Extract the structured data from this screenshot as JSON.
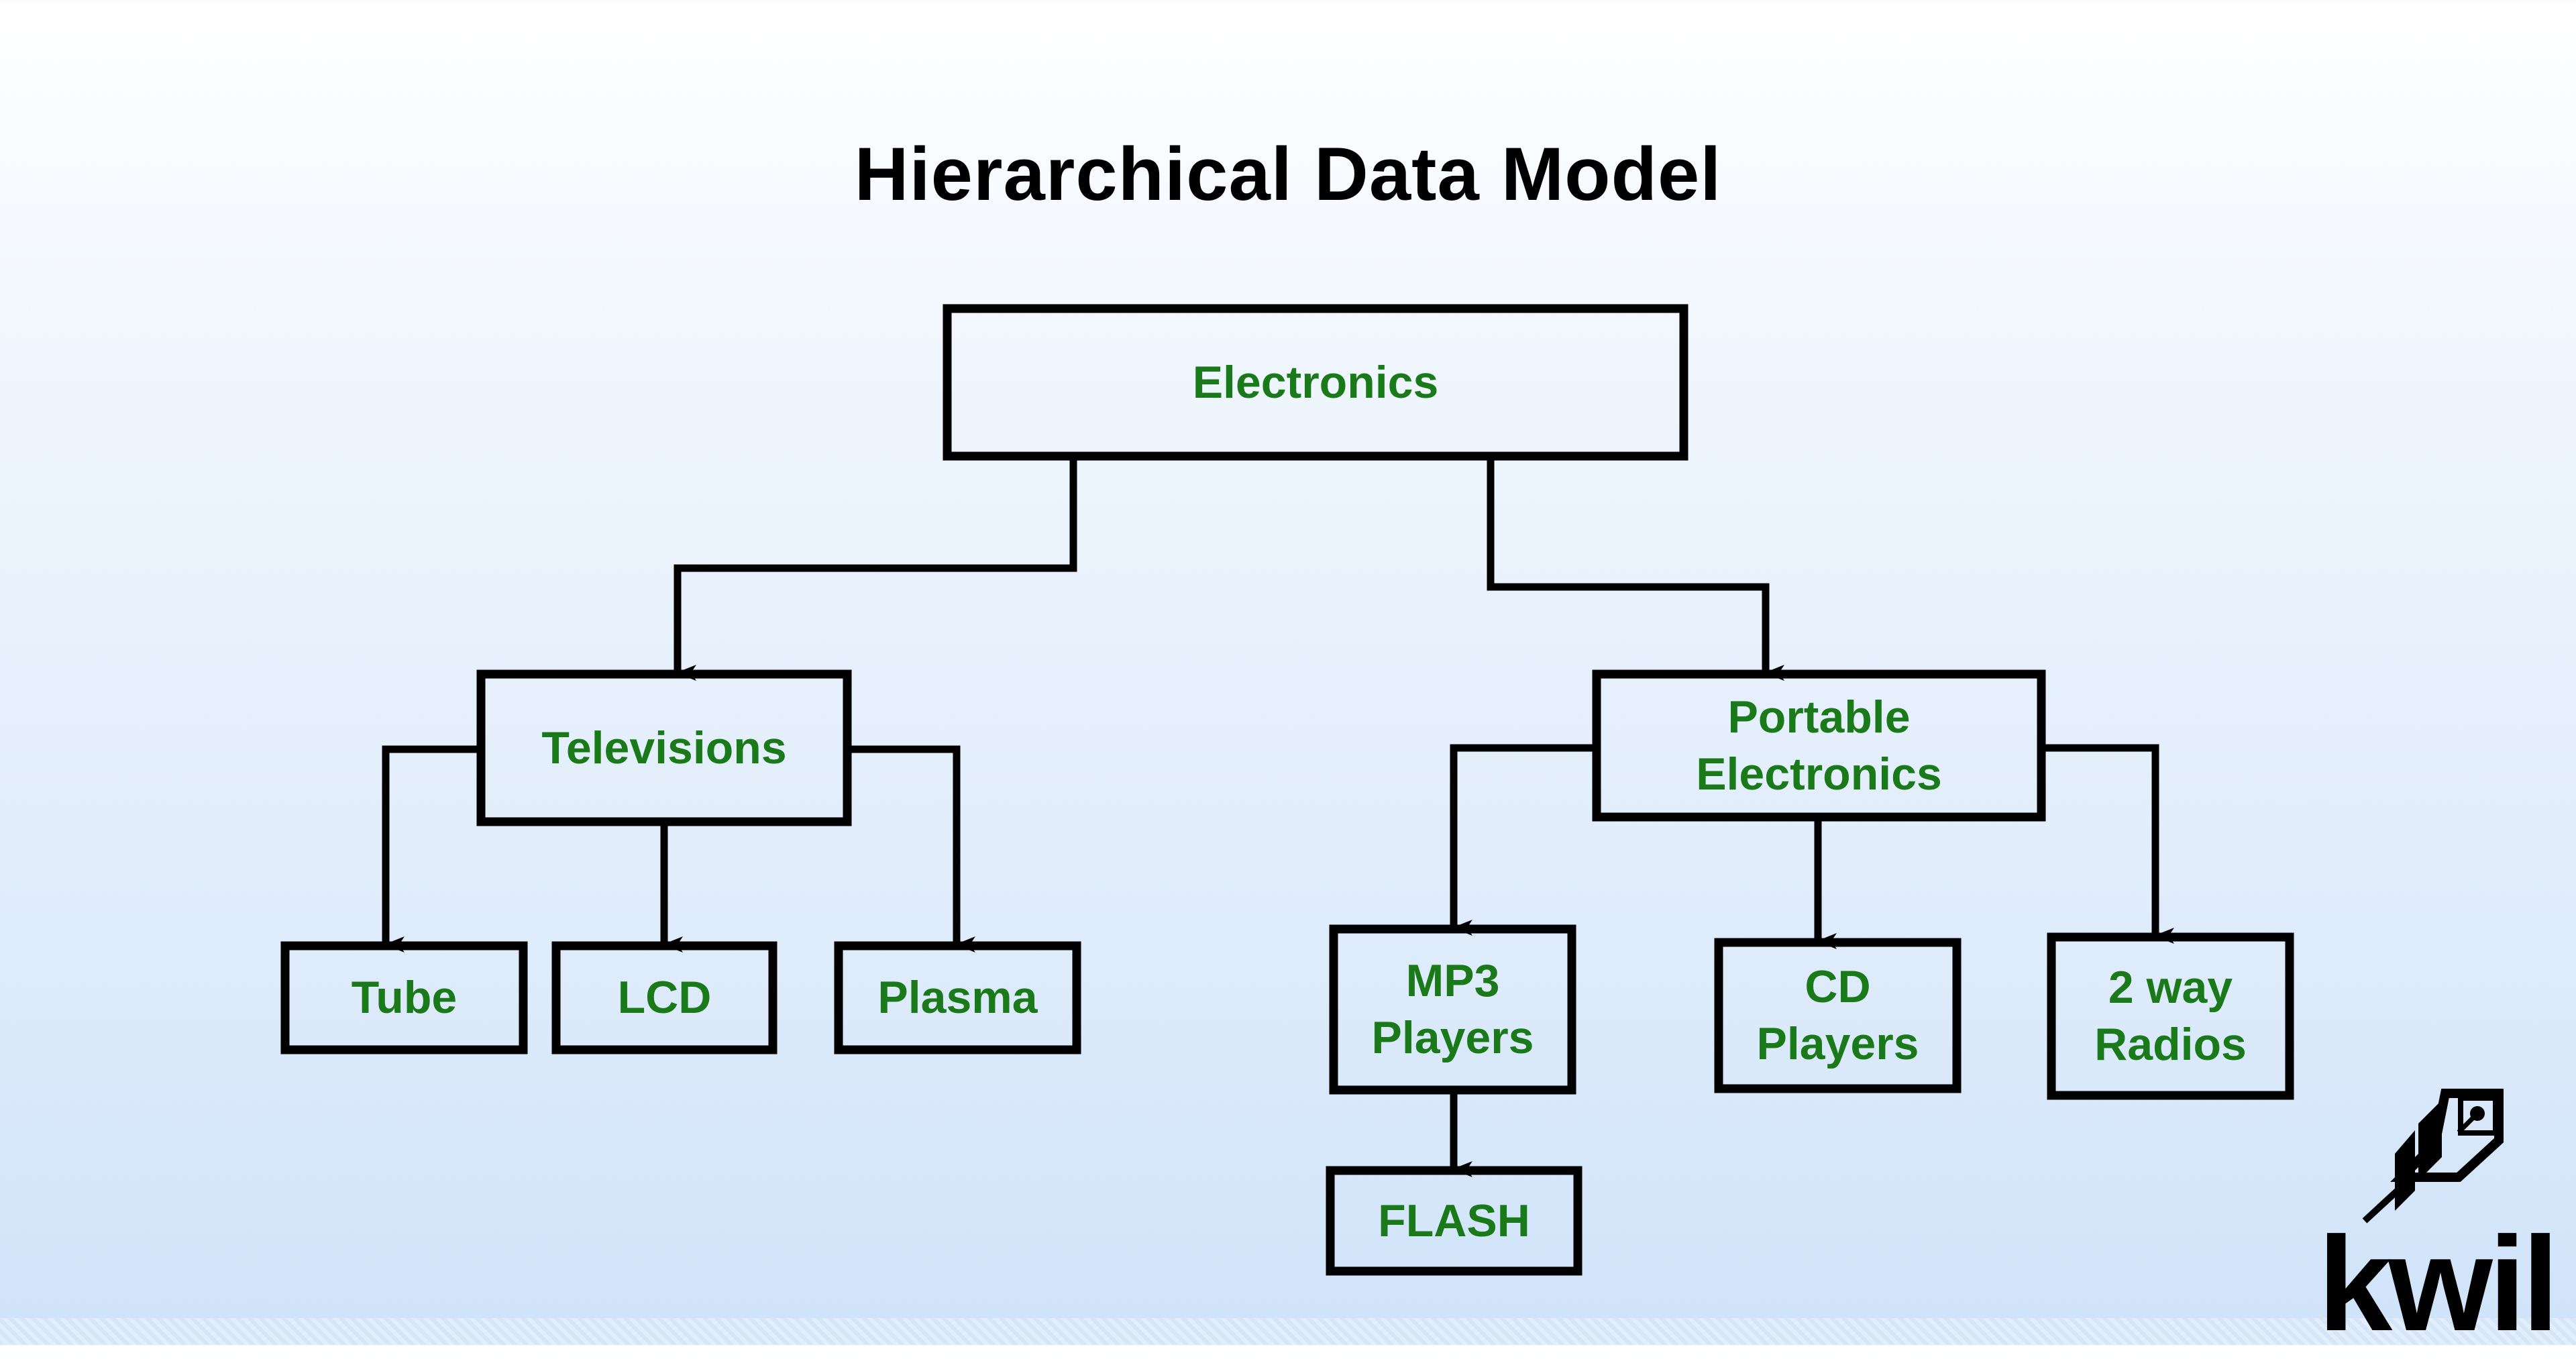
{
  "title": "Hierarchical Data Model",
  "colors": {
    "node_text": "#1a7a1a",
    "node_border": "#000000",
    "title": "#000000",
    "background_top": "#ffffff",
    "background_bottom": "#cfe3f9"
  },
  "tree": {
    "root": "Electronics",
    "nodes": [
      {
        "id": "electronics",
        "label": "Electronics",
        "parent": null
      },
      {
        "id": "televisions",
        "label": "Televisions",
        "parent": "electronics"
      },
      {
        "id": "portable",
        "label": "Portable\nElectronics",
        "parent": "electronics"
      },
      {
        "id": "tube",
        "label": "Tube",
        "parent": "televisions"
      },
      {
        "id": "lcd",
        "label": "LCD",
        "parent": "televisions"
      },
      {
        "id": "plasma",
        "label": "Plasma",
        "parent": "televisions"
      },
      {
        "id": "mp3",
        "label": "MP3\nPlayers",
        "parent": "portable"
      },
      {
        "id": "cd",
        "label": "CD\nPlayers",
        "parent": "portable"
      },
      {
        "id": "radios",
        "label": "2 way\nRadios",
        "parent": "portable"
      },
      {
        "id": "flash",
        "label": "FLASH",
        "parent": "mp3"
      }
    ]
  },
  "logo": {
    "text": "kwil",
    "icon": "quill-feather-icon"
  }
}
